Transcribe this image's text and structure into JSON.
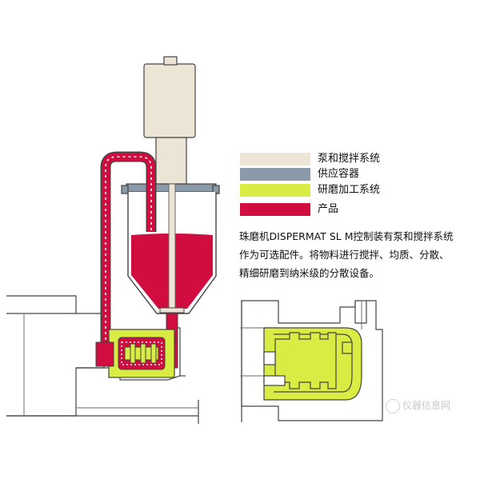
{
  "legend": [
    {
      "label": "泵和搅拌系统",
      "color": "#ece5d6"
    },
    {
      "label": "供应容器",
      "color": "#8b9aa9"
    },
    {
      "label": "研磨加工系统",
      "color": "#d9ec43"
    },
    {
      "label": "产品",
      "color": "#d10d40"
    }
  ],
  "description": [
    "珠磨机DISPERMAT SL M控制装有泵和搅拌系统",
    "作为可选配件。将物料进行搅拌、均质、分散、",
    "精细研磨到纳米级的分散设备。"
  ],
  "watermark": "仪器信息网",
  "colors": {
    "outline": "#444444",
    "pump": "#ece5d6",
    "container": "#8b9aa9",
    "milling": "#d9ec43",
    "product": "#d10d40"
  }
}
